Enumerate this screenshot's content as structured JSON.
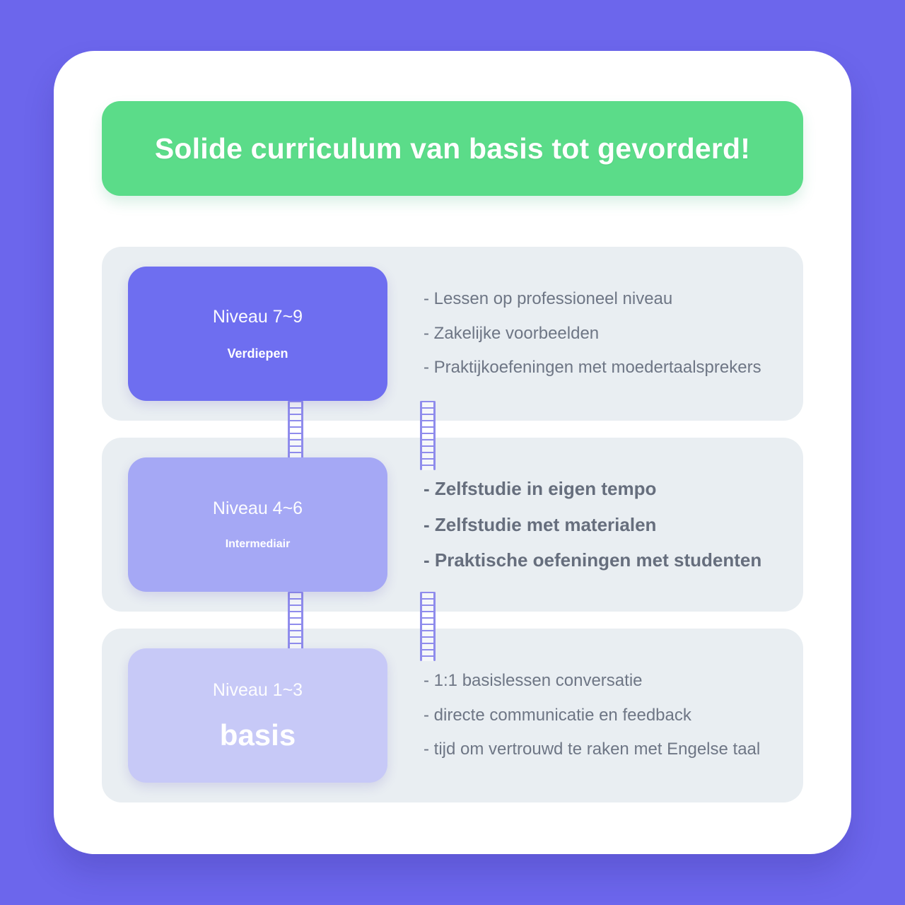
{
  "banner": {
    "title": "Solide curriculum van basis tot gevorderd!",
    "background_color": "#5BDC89",
    "text_color": "#FFFFFF"
  },
  "page": {
    "background_color": "#6C66EC",
    "card_color": "#FFFFFF",
    "section_color": "#E9EEF2"
  },
  "levels": [
    {
      "level_label": "Niveau 7~9",
      "name": "Verdiepen",
      "card_color": "#6E6EF0",
      "bullets": [
        "- Lessen op professioneel niveau",
        "- Zakelijke voorbeelden",
        "- Praktijkoefeningen met moedertaalsprekers"
      ]
    },
    {
      "level_label": "Niveau 4~6",
      "name": "Intermediair",
      "card_color": "#A5A8F5",
      "bullets": [
        "- Zelfstudie in eigen tempo",
        "- Zelfstudie met materialen",
        "- Praktische oefeningen met studenten"
      ]
    },
    {
      "level_label": "Niveau 1~3",
      "name": "basis",
      "card_color": "#C7C9F7",
      "bullets": [
        "- 1:1 basislessen conversatie",
        "- directe communicatie en feedback",
        "- tijd om vertrouwd te raken met Engelse taal"
      ]
    }
  ],
  "connectors": {
    "icon": "ladder-icon",
    "color": "#8F8CEC",
    "count": 4
  }
}
